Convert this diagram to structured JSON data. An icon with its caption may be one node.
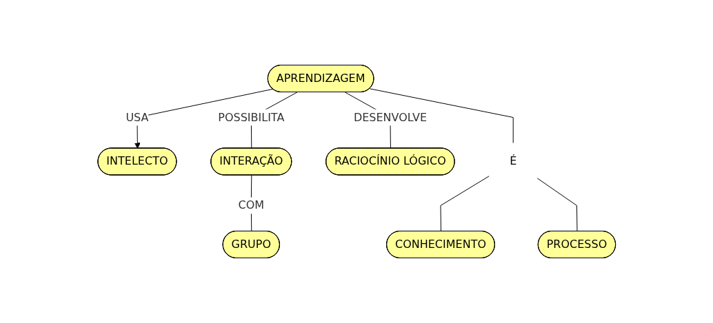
{
  "diagram": {
    "nodes": [
      {
        "text": [
          "APRENDIZAGEM"
        ]
      },
      {
        "text": [
          "INTELECTO"
        ]
      },
      {
        "text": [
          "INTERAÇÃO"
        ]
      },
      {
        "text": [
          "RACIOCÍNIO LÓGICO"
        ]
      },
      {
        "text": [
          "É"
        ]
      },
      {
        "text": [
          "CONHECIMENTO"
        ]
      },
      {
        "text": [
          "PROCESSO"
        ]
      },
      {
        "text": [
          "GRUPO"
        ]
      }
    ],
    "edges": [
      {
        "from": 0,
        "to": 2,
        "label": "POSSIBILITA",
        "arrow": "none"
      },
      {
        "from": 0,
        "to": 3,
        "label": "DESENVOLVE",
        "arrow": "none"
      },
      {
        "from": 0,
        "to": 4,
        "arrow": "none"
      },
      {
        "from": 4,
        "to": 5,
        "arrow": "none"
      },
      {
        "from": 4,
        "to": 6,
        "arrow": "none"
      },
      {
        "from": 0,
        "to": 1,
        "label": "USA",
        "arrow": "to"
      },
      {
        "from": 2,
        "to": 7,
        "label": "COM",
        "arrow": "none"
      }
    ]
  }
}
